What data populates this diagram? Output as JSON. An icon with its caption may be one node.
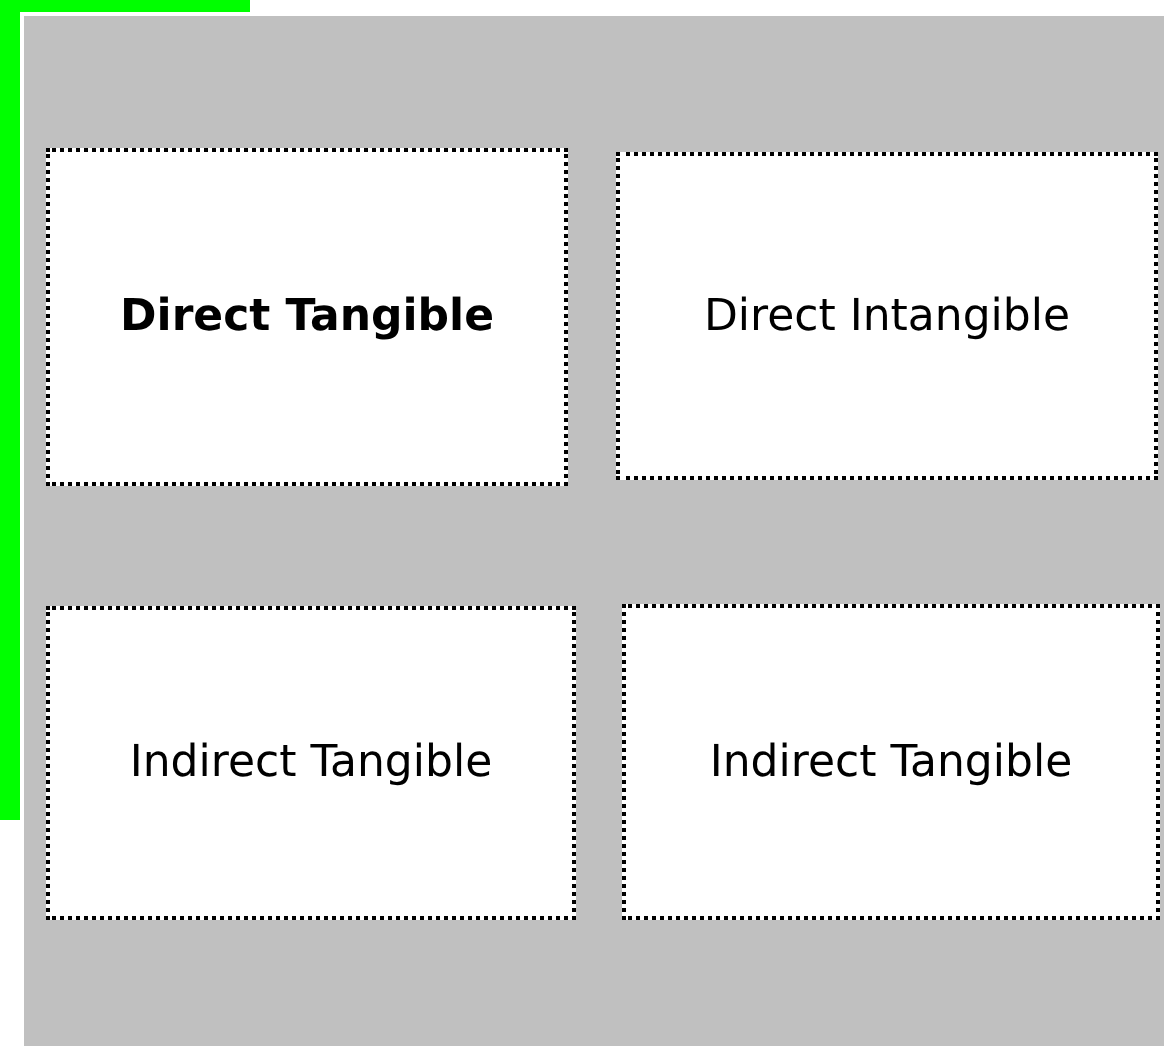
{
  "diagram": {
    "nodes": [
      {
        "text": [
          "Direct Tangible"
        ]
      },
      {
        "text": [
          "Direct Intangible"
        ]
      },
      {
        "text": [
          "Indirect Tangible"
        ]
      },
      {
        "text": [
          "Indirect Tangible"
        ]
      }
    ]
  }
}
